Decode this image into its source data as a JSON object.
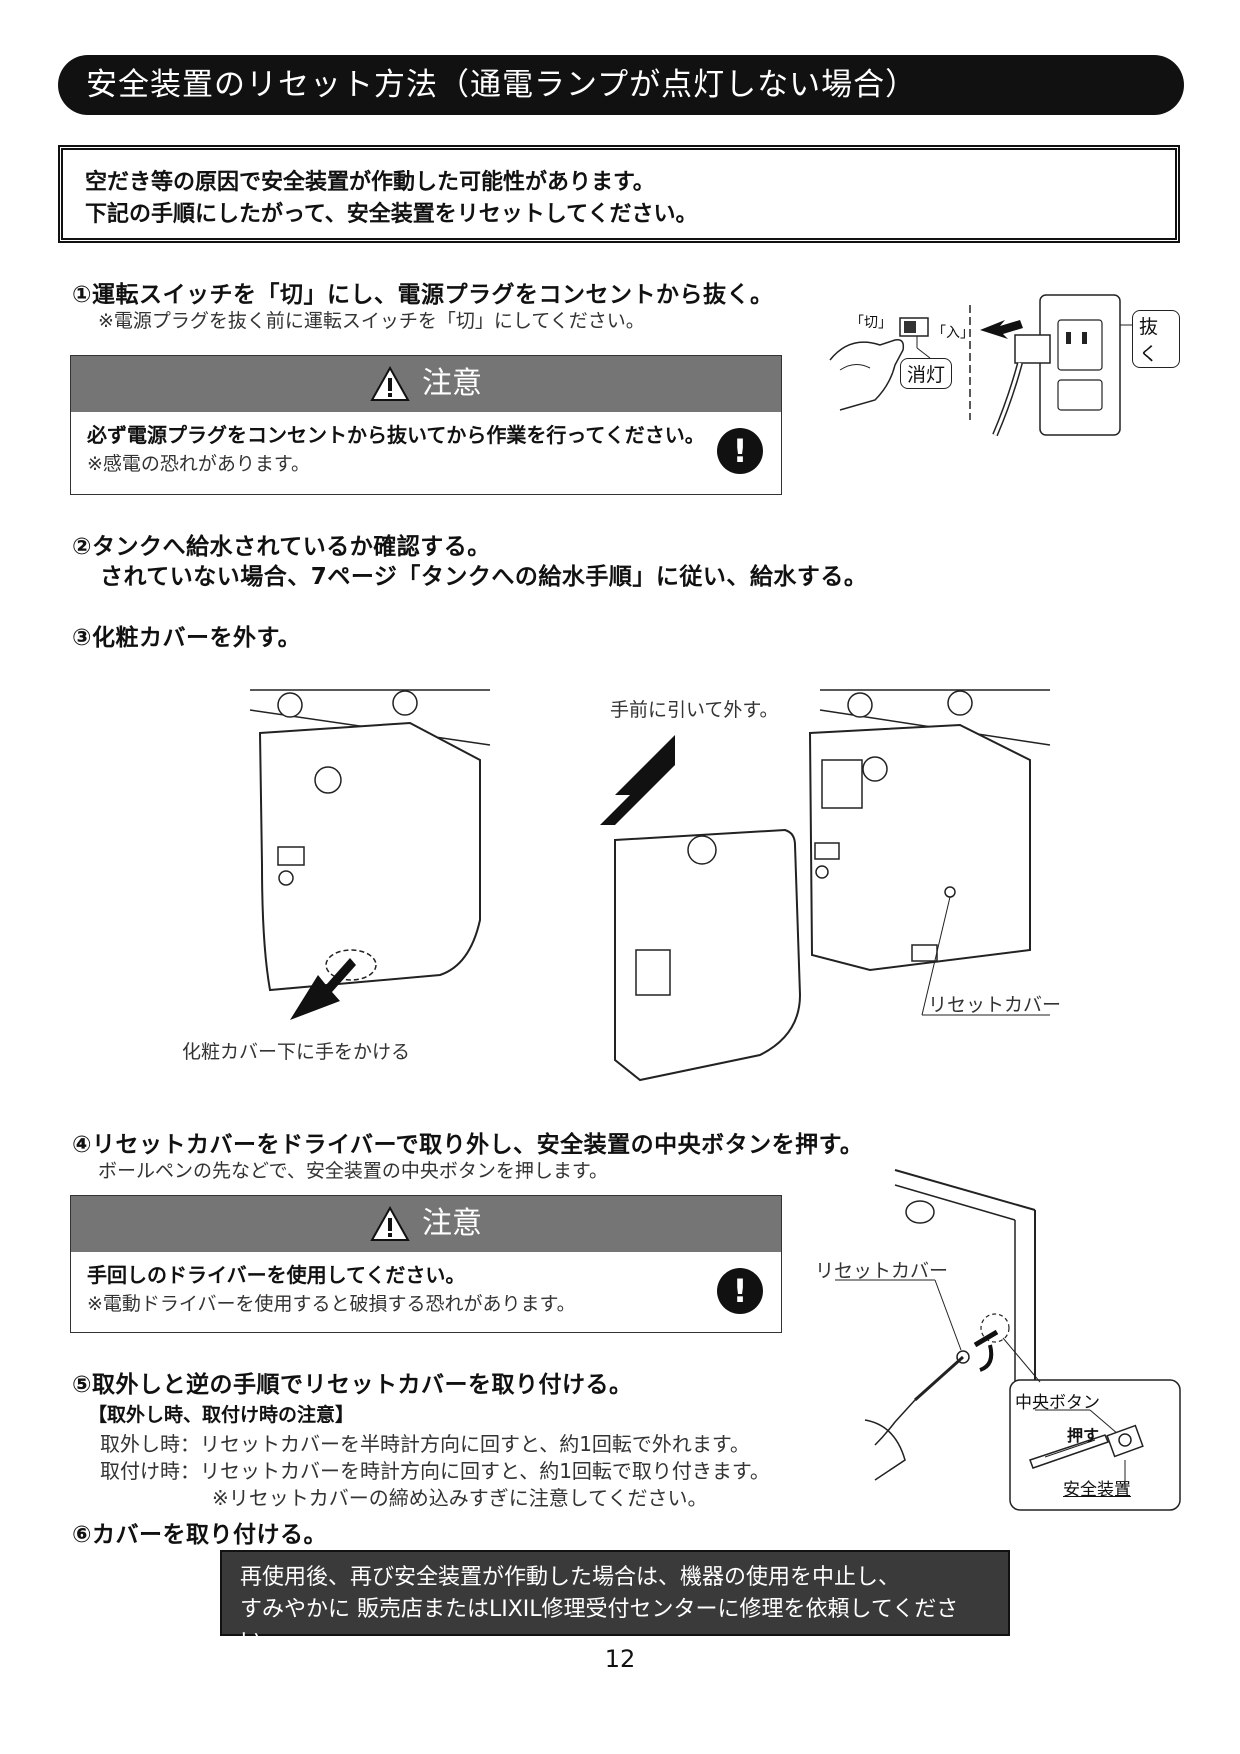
{
  "header": {
    "title": "安全装置のリセット方法（通電ランプが点灯しない場合）"
  },
  "notice": {
    "line1": "空だき等の原因で安全装置が作動した可能性があります。",
    "line2": "下記の手順にしたがって、安全装置をリセットしてください。"
  },
  "step1": {
    "title": "①運転スイッチを「切」にし、電源プラグをコンセントから抜く。",
    "note": "※電源プラグを抜く前に運転スイッチを「切」にしてください。",
    "fig_labels": {
      "off": "「切」",
      "on": "「入」",
      "pull": "抜く",
      "light_off": "消灯"
    }
  },
  "caution1": {
    "heading": "注意",
    "main": "必ず電源プラグをコンセントから抜いてから作業を行ってください。",
    "note": "※感電の恐れがあります。",
    "mark": "!"
  },
  "step2": {
    "line1": "②タンクへ給水されているか確認する。",
    "line2": "されていない場合、7ページ「タンクへの給水手順」に従い、給水する。"
  },
  "step3": {
    "title": "③化粧カバーを外す。",
    "label_hand": "化粧カバー下に手をかける",
    "label_pull": "手前に引いて外す。",
    "label_reset_cover": "リセットカバー"
  },
  "step4": {
    "title": "④リセットカバーをドライバーで取り外し、安全装置の中央ボタンを押す。",
    "note": "ボールペンの先などで、安全装置の中央ボタンを押します。",
    "label_reset_cover": "リセットカバー",
    "label_center_button": "中央ボタン",
    "label_push": "押す",
    "label_safety_device": "安全装置"
  },
  "caution2": {
    "heading": "注意",
    "main": "手回しのドライバーを使用してください。",
    "note": "※電動ドライバーを使用すると破損する恐れがあります。",
    "mark": "!"
  },
  "step5": {
    "title": "⑤取外しと逆の手順でリセットカバーを取り付ける。",
    "subhead": "【取外し時、取付け時の注意】",
    "remove": "取外し時：リセットカバーを半時計方向に回すと、約1回転で外れます。",
    "attach": "取付け時：リセットカバーを時計方向に回すと、約1回転で取り付きます。",
    "warning": "※リセットカバーの締め込みすぎに注意してください。"
  },
  "step6": {
    "title": "⑥カバーを取り付ける。"
  },
  "footer": {
    "line1": "再使用後、再び安全装置が作動した場合は、機器の使用を中止し、",
    "line2": "すみやかに 販売店またはLIXIL修理受付センターに修理を依頼してください。"
  },
  "page_number": "12"
}
